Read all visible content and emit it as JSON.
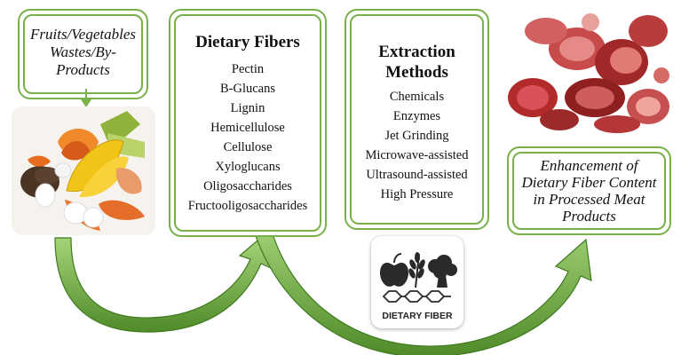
{
  "source_box": {
    "lines": [
      "Fruits/Vegetables",
      "Wastes/By-",
      "Products"
    ]
  },
  "fibers_box": {
    "title": "Dietary Fibers",
    "items": [
      "Pectin",
      "B-Glucans",
      "Lignin",
      "Hemicellulose",
      "Cellulose",
      "Xyloglucans",
      "Oligosaccharides",
      "Fructooligosaccharides"
    ]
  },
  "methods_box": {
    "title_lines": [
      "Extraction",
      "Methods"
    ],
    "items": [
      "Chemicals",
      "Enzymes",
      "Jet Grinding",
      "Microwave-assisted",
      "Ultrasound-assisted",
      "High Pressure"
    ]
  },
  "result_box": {
    "lines": [
      "Enhancement of",
      "Dietary Fiber Content",
      "in Processed Meat",
      "Products"
    ]
  },
  "badge": {
    "label": "DIETARY FIBER"
  },
  "colors": {
    "accent": "#78b14a",
    "arrow_light": "#a7d57a",
    "arrow_dark": "#4f8b28"
  }
}
